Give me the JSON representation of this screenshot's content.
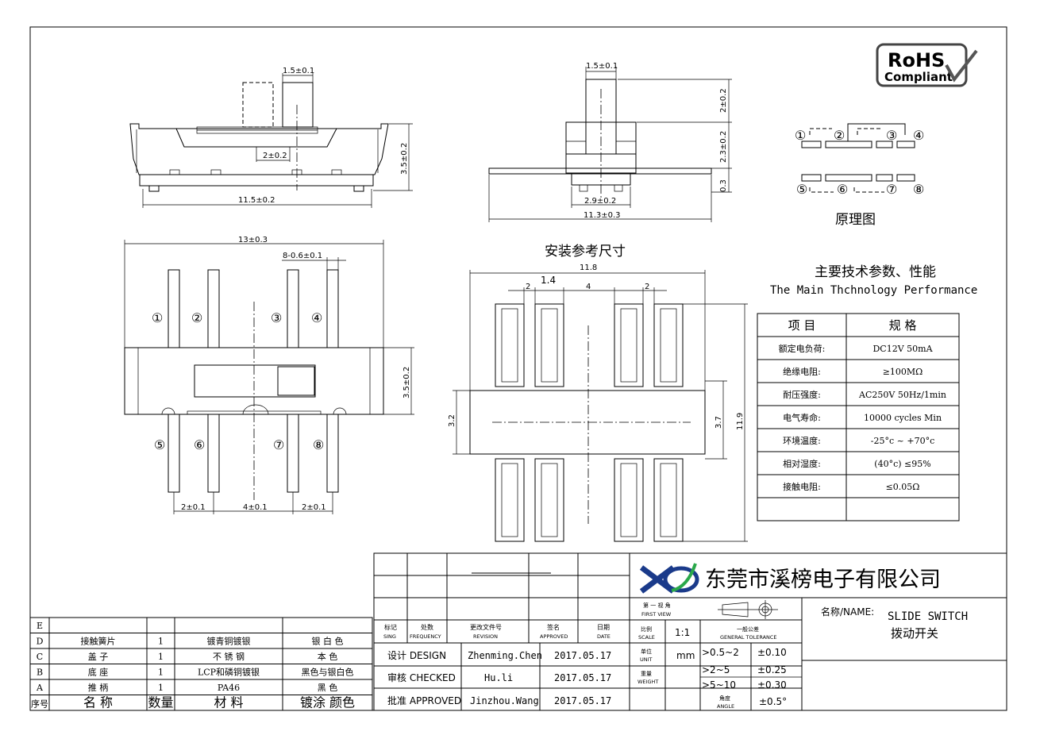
{
  "rohs": {
    "line1": "RoHS",
    "line2": "Compliant"
  },
  "dims": {
    "top_pitch": "1.5±0.1",
    "slider_travel": "2±0.2",
    "height": "3.5±0.2",
    "length": "11.5±0.2",
    "side_pitch": "1.5±0.1",
    "side_h1": "2±0.2",
    "side_h2": "2.3±0.2",
    "side_h3": "0.3",
    "side_inner": "2.9±0.2",
    "side_width": "11.3±0.3",
    "plan_length": "13±0.3",
    "pin_width": "8-0.6±0.1",
    "plan_height": "3.5±0.2",
    "pin_pitch_l": "2±0.1",
    "pin_pitch_m": "4±0.1",
    "pin_pitch_r": "2±0.1"
  },
  "pins": [
    "①",
    "②",
    "③",
    "④",
    "⑤",
    "⑥",
    "⑦",
    "⑧"
  ],
  "schematic": {
    "caption": "原理图"
  },
  "footprint": {
    "title": "安装参考尺寸",
    "w_total": "11.8",
    "pad_w": "2",
    "pad_gap": "1.4",
    "pad_mid": "4",
    "pad_w2": "2",
    "body_h": "3.2",
    "body_h2": "3.7",
    "h_total": "11.9"
  },
  "spec": {
    "title_cn": "主要技术参数、性能",
    "title_en": "The Main Thchnology Performance",
    "header": [
      "项    目",
      "规    格"
    ],
    "rows": [
      [
        "额定电负荷:",
        "DC12V 50mA"
      ],
      [
        "绝缘电阻:",
        "≥100MΩ"
      ],
      [
        "耐压强度:",
        "AC250V  50Hz/1min"
      ],
      [
        "电气寿命:",
        "10000 cycles Min"
      ],
      [
        "环境温度:",
        "-25°c ~ +70°c"
      ],
      [
        "相对湿度:",
        "(40°c) ≤95%"
      ],
      [
        "接触电阻:",
        "≤0.05Ω"
      ],
      [
        "",
        ""
      ]
    ]
  },
  "bom": {
    "rows": [
      [
        "E",
        "",
        "",
        "",
        ""
      ],
      [
        "D",
        "接触簧片",
        "1",
        "镀青铜镀银",
        "银 白 色"
      ],
      [
        "C",
        "盖    子",
        "1",
        "不 锈 钢",
        "本    色"
      ],
      [
        "B",
        "底    座",
        "1",
        "LCP和磷铜镀银",
        "黑色与银白色"
      ],
      [
        "A",
        "推    柄",
        "1",
        "PA46",
        "黑    色"
      ]
    ],
    "header": [
      "序号",
      "名    称",
      "数量",
      "材    料",
      "镀涂 颜色"
    ]
  },
  "titleblock": {
    "company": "东莞市溪榜电子有限公司",
    "col_heads": [
      [
        "标记",
        "SING"
      ],
      [
        "处数",
        "FREQUENCY"
      ],
      [
        "更改文件号",
        "REVISION"
      ],
      [
        "签名",
        "APPROVED"
      ],
      [
        "日期",
        "DATE"
      ]
    ],
    "design_label": "设计 DESIGN",
    "checked_label": "审核 CHECKED",
    "approved_label": "批准 APPROVED",
    "design_name": "Zhenming.Chen",
    "checked_name": "Hu.li",
    "approved_name": "Jinzhou.Wang",
    "design_date": "2017.05.17",
    "checked_date": "2017.05.17",
    "approved_date": "2017.05.17",
    "first_view": [
      "第 一 视 角",
      "FIRST VIEW"
    ],
    "scale_label": [
      "比例",
      "SCALE"
    ],
    "scale_value": "1:1",
    "tol_label": [
      "一般公差",
      "GENERAL TOLERANCE"
    ],
    "unit_label": [
      "单位",
      "UNIT"
    ],
    "unit_value": "mm",
    "weight_label": [
      "重量",
      "WEIGHT"
    ],
    "angle_label": [
      "角度",
      "ANGLE"
    ],
    "tol_rows": [
      [
        ">0.5~2",
        "±0.10"
      ],
      [
        ">2~5",
        "±0.25"
      ],
      [
        ">5~10",
        "±0.30"
      ]
    ],
    "angle_value": "±0.5°",
    "name_label": "名称/NAME:",
    "name_en": "SLIDE SWITCH",
    "name_cn": "拨动开关"
  }
}
